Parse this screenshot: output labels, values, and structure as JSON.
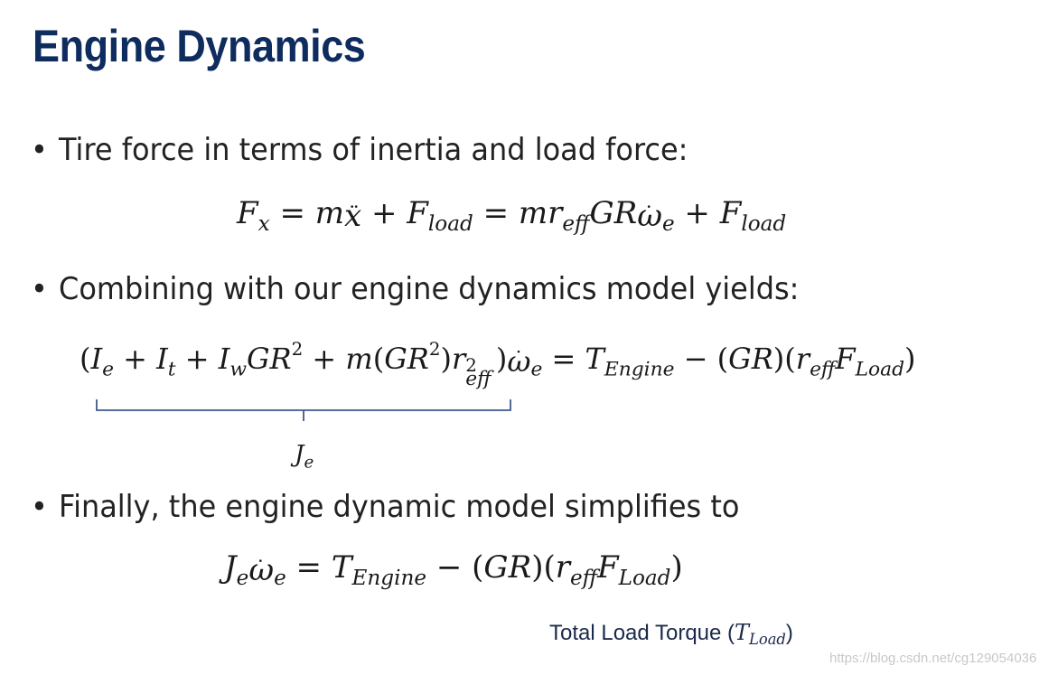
{
  "slide": {
    "title": "Engine Dynamics",
    "bullet_char": "•",
    "bullets": [
      "Tire force in terms of inertia and load force:",
      "Combining with our engine dynamics model yields:",
      "Finally, the engine dynamic model simplifies to"
    ],
    "brace_label": {
      "symbol": "J",
      "subscript": "e"
    },
    "torque_label": {
      "text": "Total Load Torque (",
      "symbol": "T",
      "subscript": "Load",
      "close": ")"
    },
    "title_color": "#0f2c5e",
    "brace_color": "#3d5a8c"
  },
  "equations": {
    "eq1": "F_x = m ẍ + F_load = m r_eff GR ω̇_e + F_load",
    "eq2": "(I_e + I_t + I_w GR^2 + m(GR^2) r_eff^2) ω̇_e = T_Engine − (GR)(r_eff F_Load)",
    "eq3": "J_e ω̇_e = T_Engine − (GR)(r_eff F_Load)"
  },
  "watermark": "https://blog.csdn.net/cg129054036"
}
